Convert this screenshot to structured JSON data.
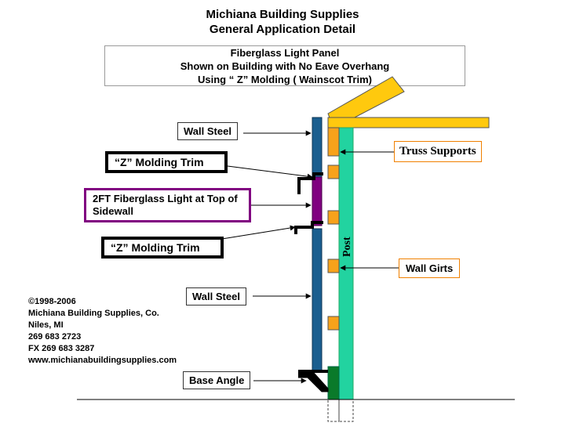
{
  "header": {
    "company": "Michiana Building Supplies",
    "subtitle": "General Application Detail"
  },
  "caption": {
    "line1": "Fiberglass Light Panel",
    "line2": "Shown on Building with No Eave Overhang",
    "line3": "Using “ Z” Molding ( Wainscot Trim)"
  },
  "labels": {
    "wall_steel_top": "Wall Steel",
    "z_molding_top": "“Z” Molding Trim",
    "fiberglass_light": "2FT Fiberglass Light at Top of Sidewall",
    "z_molding_bottom": "“Z” Molding Trim",
    "wall_steel_bottom": "Wall Steel",
    "base_angle": "Base Angle",
    "truss_supports": "Truss Supports",
    "wall_girts": "Wall Girts",
    "post": "Post"
  },
  "copyright": {
    "line1": "©1998-2006",
    "line2": "Michiana Building Supplies, Co.",
    "line3": "Niles, MI",
    "line4": "269 683 2723",
    "line5": "FX 269 683 3287",
    "line6": "www.michianabuildingsupplies.com"
  },
  "colors": {
    "wall_steel": "#1a5e8f",
    "fiberglass": "#800080",
    "post": "#22d3a0",
    "girt": "#f7a21b",
    "roof": "#ffc90e",
    "base_angle_block": "#0a7a2a",
    "label_purple": "#800080",
    "label_orange": "#f08000"
  }
}
